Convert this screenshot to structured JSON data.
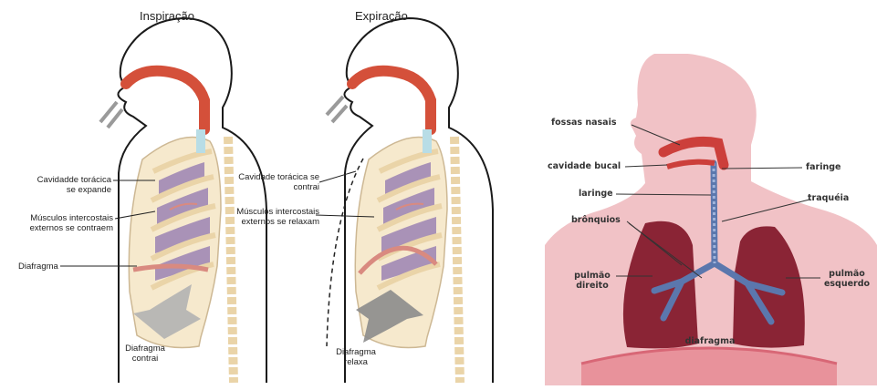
{
  "inspiracao": {
    "title": "Inspiração",
    "labels": {
      "cavidade": "Cavidadde torácica\nse expande",
      "musculos": "Músculos intercostais\nexternos se contraem",
      "diafragma": "Diafragma",
      "diafragma_status": "Diafragma\ncontrai"
    }
  },
  "expiracao": {
    "title": "Expiração",
    "labels": {
      "cavidade": "Cavidade torácica se\ncontrai",
      "musculos": "Músculos intercostais\nexternos se relaxam",
      "diafragma_status": "Diafragma\nrelaxa"
    }
  },
  "sistema": {
    "labels": {
      "fossas_nasais": "fossas nasais",
      "cavidade_bucal": "cavidade bucal",
      "laringe": "laringe",
      "bronquios": "brônquios",
      "pulmao_direito": "pulmão\ndireito",
      "faringe": "faringe",
      "traqueia": "traquéia",
      "pulmao_esquerdo": "pulmão\nesquerdo",
      "diafragma": "diafragma"
    }
  },
  "colors": {
    "rib": "#f3e2bf",
    "muscle": "#a992b7",
    "airway": "#d4503a",
    "arrow": "#a4a4a4",
    "background_pink": "#f1c2c6",
    "lung": "#8a2435",
    "trachea": "#5b77ad"
  }
}
